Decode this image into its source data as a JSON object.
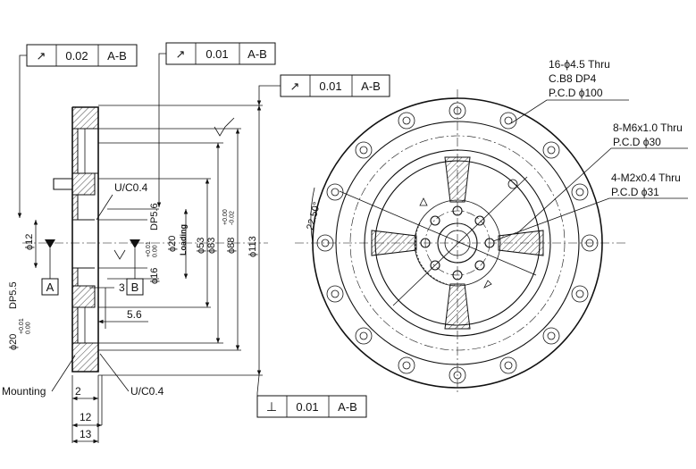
{
  "tolerance_frames": [
    {
      "symbol": "↗",
      "value": "0.02",
      "datum": "A-B"
    },
    {
      "symbol": "↗",
      "value": "0.01",
      "datum": "A-B"
    },
    {
      "symbol": "↗",
      "value": "0.01",
      "datum": "A-B"
    },
    {
      "symbol": "⊥",
      "value": "0.01",
      "datum": "A-B"
    }
  ],
  "datums": [
    "A",
    "B"
  ],
  "section_labels": {
    "chamfer_top": "U/C0.4",
    "chamfer_bottom": "U/C0.4",
    "mounting": "Mounting",
    "dp_bore": "DP5.6",
    "dp_left": "DP5.5",
    "loading": "Loading"
  },
  "vertical_dims": {
    "d12": "ϕ12",
    "d16": "ϕ16",
    "d20": "ϕ20",
    "d20_left": "ϕ20",
    "d53": "ϕ53",
    "d83": "ϕ83",
    "d88": "ϕ88",
    "d113": "ϕ113"
  },
  "tolerances": {
    "d16_tol": "+0.01\n0.00",
    "d83_tol": "+0.00\n-0.02",
    "d20_left_tol": "+0.01\n0.00"
  },
  "horizontal_dims": {
    "w3": "3",
    "w5_6": "5.6",
    "w2": "2",
    "w12": "12",
    "w13": "13"
  },
  "front_callouts": {
    "holes16_line1": "16-ϕ4.5 Thru",
    "holes16_line2": "C.B8 DP4",
    "holes16_line3": "P.C.D ϕ100",
    "m6_line1": "8-M6x1.0 Thru",
    "m6_line2": "P.C.D ϕ30",
    "m2_line1": "4-M2x0.4 Thru",
    "m2_line2": "P.C.D ϕ31",
    "angle": "22.50°"
  }
}
